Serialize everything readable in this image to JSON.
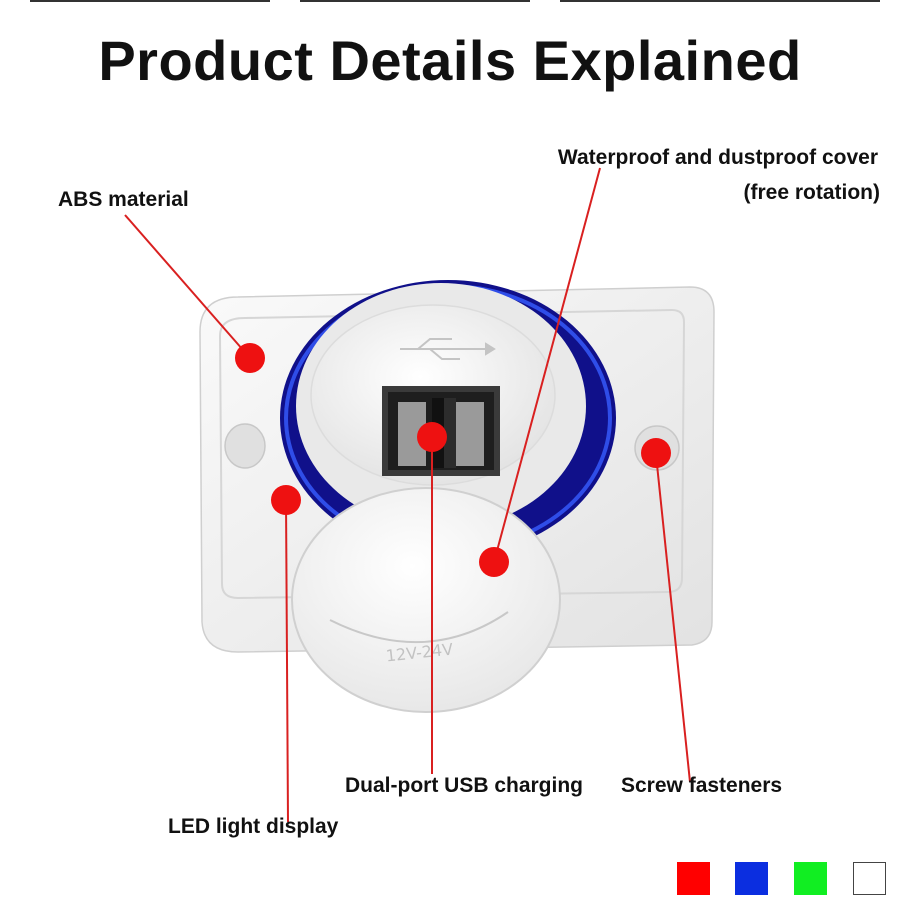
{
  "title": "Product Details Explained",
  "callouts": {
    "abs": "ABS material",
    "cover_line1": "Waterproof and dustproof cover",
    "cover_line2": "(free rotation)",
    "usb": "Dual-port USB charging",
    "screw": "Screw fasteners",
    "led": "LED light display"
  },
  "cap_embossing": "12V-24V",
  "colors": {
    "marker": "#ee1111",
    "leader_line": "#d92020",
    "led_glow": "#2233cc",
    "plate": "#f2f2f2"
  },
  "color_options": [
    {
      "name": "red",
      "color": "#ff0000"
    },
    {
      "name": "blue",
      "color": "#0b2ee0"
    },
    {
      "name": "green",
      "color": "#11ee22"
    },
    {
      "name": "white",
      "color": "#ffffff"
    }
  ]
}
